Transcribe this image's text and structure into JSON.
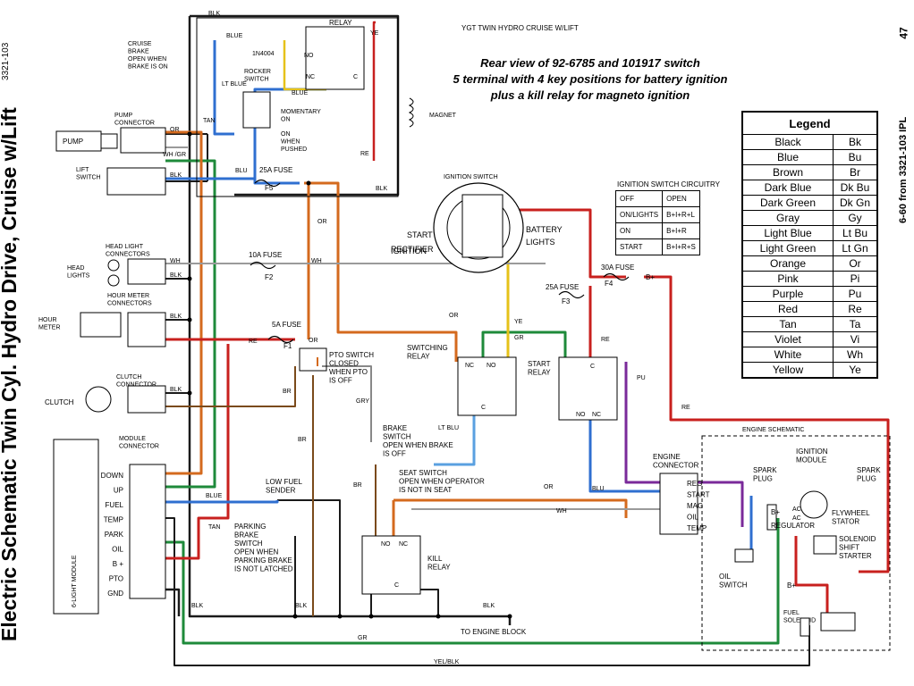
{
  "document": {
    "side_title": "Electric Schematic Twin Cyl. Hydro Drive, Cruise w/Lift",
    "side_number": "3321-103",
    "page_number": "47",
    "page_ref": "6-60 from 3321-103 IPL",
    "small_title": "YGT TWIN HYDRO CRUISE W/LIFT",
    "heading": [
      "Rear view of 92-6785 and 101917 switch",
      "5 terminal with 4 key positions for battery ignition",
      "plus a kill relay for magneto ignition"
    ]
  },
  "legend": {
    "title": "Legend",
    "rows": [
      [
        "Black",
        "Bk"
      ],
      [
        "Blue",
        "Bu"
      ],
      [
        "Brown",
        "Br"
      ],
      [
        "Dark Blue",
        "Dk Bu"
      ],
      [
        "Dark Green",
        "Dk Gn"
      ],
      [
        "Gray",
        "Gy"
      ],
      [
        "Light Blue",
        "Lt Bu"
      ],
      [
        "Light Green",
        "Lt Gn"
      ],
      [
        "Orange",
        "Or"
      ],
      [
        "Pink",
        "Pi"
      ],
      [
        "Purple",
        "Pu"
      ],
      [
        "Red",
        "Re"
      ],
      [
        "Tan",
        "Ta"
      ],
      [
        "Violet",
        "Vi"
      ],
      [
        "White",
        "Wh"
      ],
      [
        "Yellow",
        "Ye"
      ]
    ]
  },
  "ignition_table": {
    "caption": "IGNITION SWITCH CIRCUITRY",
    "rows": [
      [
        "OFF",
        "OPEN"
      ],
      [
        "ON/LIGHTS",
        "B+I+R+L"
      ],
      [
        "ON",
        "B+I+R"
      ],
      [
        "START",
        "B+I+R+S"
      ]
    ]
  },
  "labels": {
    "cruise_brake": [
      "CRUISE",
      "BRAKE",
      "OPEN WHEN",
      "BRAKE IS ON"
    ],
    "relay": "RELAY",
    "diode": "1N4004",
    "rocker": [
      "ROCKER",
      "SWITCH"
    ],
    "momentary": [
      "MOMENTARY",
      "ON"
    ],
    "on_when_pushed": [
      "ON",
      "WHEN",
      "PUSHED"
    ],
    "magnet": "MAGNET",
    "no": "NO",
    "nc": "NC",
    "c": "C",
    "pump_connector": [
      "PUMP",
      "CONNECTOR"
    ],
    "pump": "PUMP",
    "lift_switch": [
      "LIFT",
      "SWITCH"
    ],
    "head_light_connectors": [
      "HEAD LIGHT",
      "CONNECTORS"
    ],
    "head_lights": [
      "HEAD",
      "LIGHTS"
    ],
    "hour_meter_connectors": [
      "HOUR METER",
      "CONNECTORS"
    ],
    "hour_meter": [
      "HOUR",
      "METER"
    ],
    "clutch_connector": [
      "CLUTCH",
      "CONNECTOR"
    ],
    "clutch": "CLUTCH",
    "module_connector": [
      "MODULE",
      "CONNECTOR"
    ],
    "light_module": "6-LIGHT MODULE",
    "module_pins": [
      "DOWN",
      "UP",
      "FUEL",
      "TEMP",
      "PARK",
      "OIL",
      "B +",
      "PTO",
      "GND"
    ],
    "fuse_25a": "25A FUSE",
    "f5": "F5",
    "fuse_10a": "10A FUSE",
    "f2": "F2",
    "fuse_5a": "5A FUSE",
    "f1": "F1",
    "fuse_25a_f3": "25A FUSE",
    "f3": "F3",
    "fuse_30a": "30A FUSE",
    "f4": "F4",
    "bplus": "B+",
    "ignition_switch": "IGNITION SWITCH",
    "start": "START",
    "rectifier": "RECTIFIER",
    "ignition": "IGNITION",
    "battery": "BATTERY",
    "lights": "LIGHTS",
    "pto_switch": [
      "PTO SWITCH",
      "CLOSED",
      "WHEN PTO",
      "IS OFF"
    ],
    "switching_relay": [
      "SWITCHING",
      "RELAY"
    ],
    "start_relay": [
      "START",
      "RELAY"
    ],
    "brake_switch": [
      "BRAKE",
      "SWITCH",
      "OPEN WHEN BRAKE",
      "IS OFF"
    ],
    "seat_switch": [
      "SEAT SWITCH",
      "OPEN WHEN OPERATOR",
      "IS NOT IN SEAT"
    ],
    "low_fuel": [
      "LOW FUEL",
      "SENDER"
    ],
    "parking_brake": [
      "PARKING",
      "BRAKE",
      "SWITCH",
      "OPEN WHEN",
      "PARKING BRAKE",
      "IS NOT LATCHED"
    ],
    "kill_relay": [
      "KILL",
      "RELAY"
    ],
    "engine_connector": [
      "ENGINE",
      "CONNECTOR"
    ],
    "engine_pins": [
      "REG",
      "START",
      "MAG",
      "OIL",
      "TEMP"
    ],
    "engine_schematic": "ENGINE SCHEMATIC",
    "ignition_module": [
      "IGNITION",
      "MODULE"
    ],
    "spark_plug": [
      "SPARK",
      "PLUG"
    ],
    "regulator": "REGULATOR",
    "flywheel": [
      "FLYWHEEL",
      "STATOR"
    ],
    "solenoid": [
      "SOLENOID",
      "SHIFT",
      "STARTER"
    ],
    "oil_switch": [
      "OIL",
      "SWITCH"
    ],
    "fuel_solenoid": [
      "FUEL",
      "SOLENOID"
    ],
    "to_engine_block": "TO ENGINE BLOCK",
    "ac": "AC",
    "wire_labels": {
      "blk": "BLK",
      "blue": "BLUE",
      "ye": "YE",
      "lt_blue": "LT BLUE",
      "tan": "TAN",
      "re": "RE",
      "or": "OR",
      "wh_gr": "WH /GR",
      "blu": "BLU",
      "wh": "WH",
      "br": "BR",
      "gry": "GRY",
      "gr": "GR",
      "lt_blu": "LT BLU",
      "pu": "PU",
      "yel_blk": "YEL/BLK"
    }
  },
  "colors": {
    "blk": "#1a1a1a",
    "blue": "#2f6fd0",
    "red": "#c8201e",
    "orange": "#d46a1e",
    "green": "#1e8a3a",
    "yellow": "#e6c21a",
    "ltblue": "#5aa0e0",
    "purple": "#7a2a9a",
    "white": "#9a9a9a",
    "brown": "#7a4a1a",
    "gray": "#888888"
  }
}
